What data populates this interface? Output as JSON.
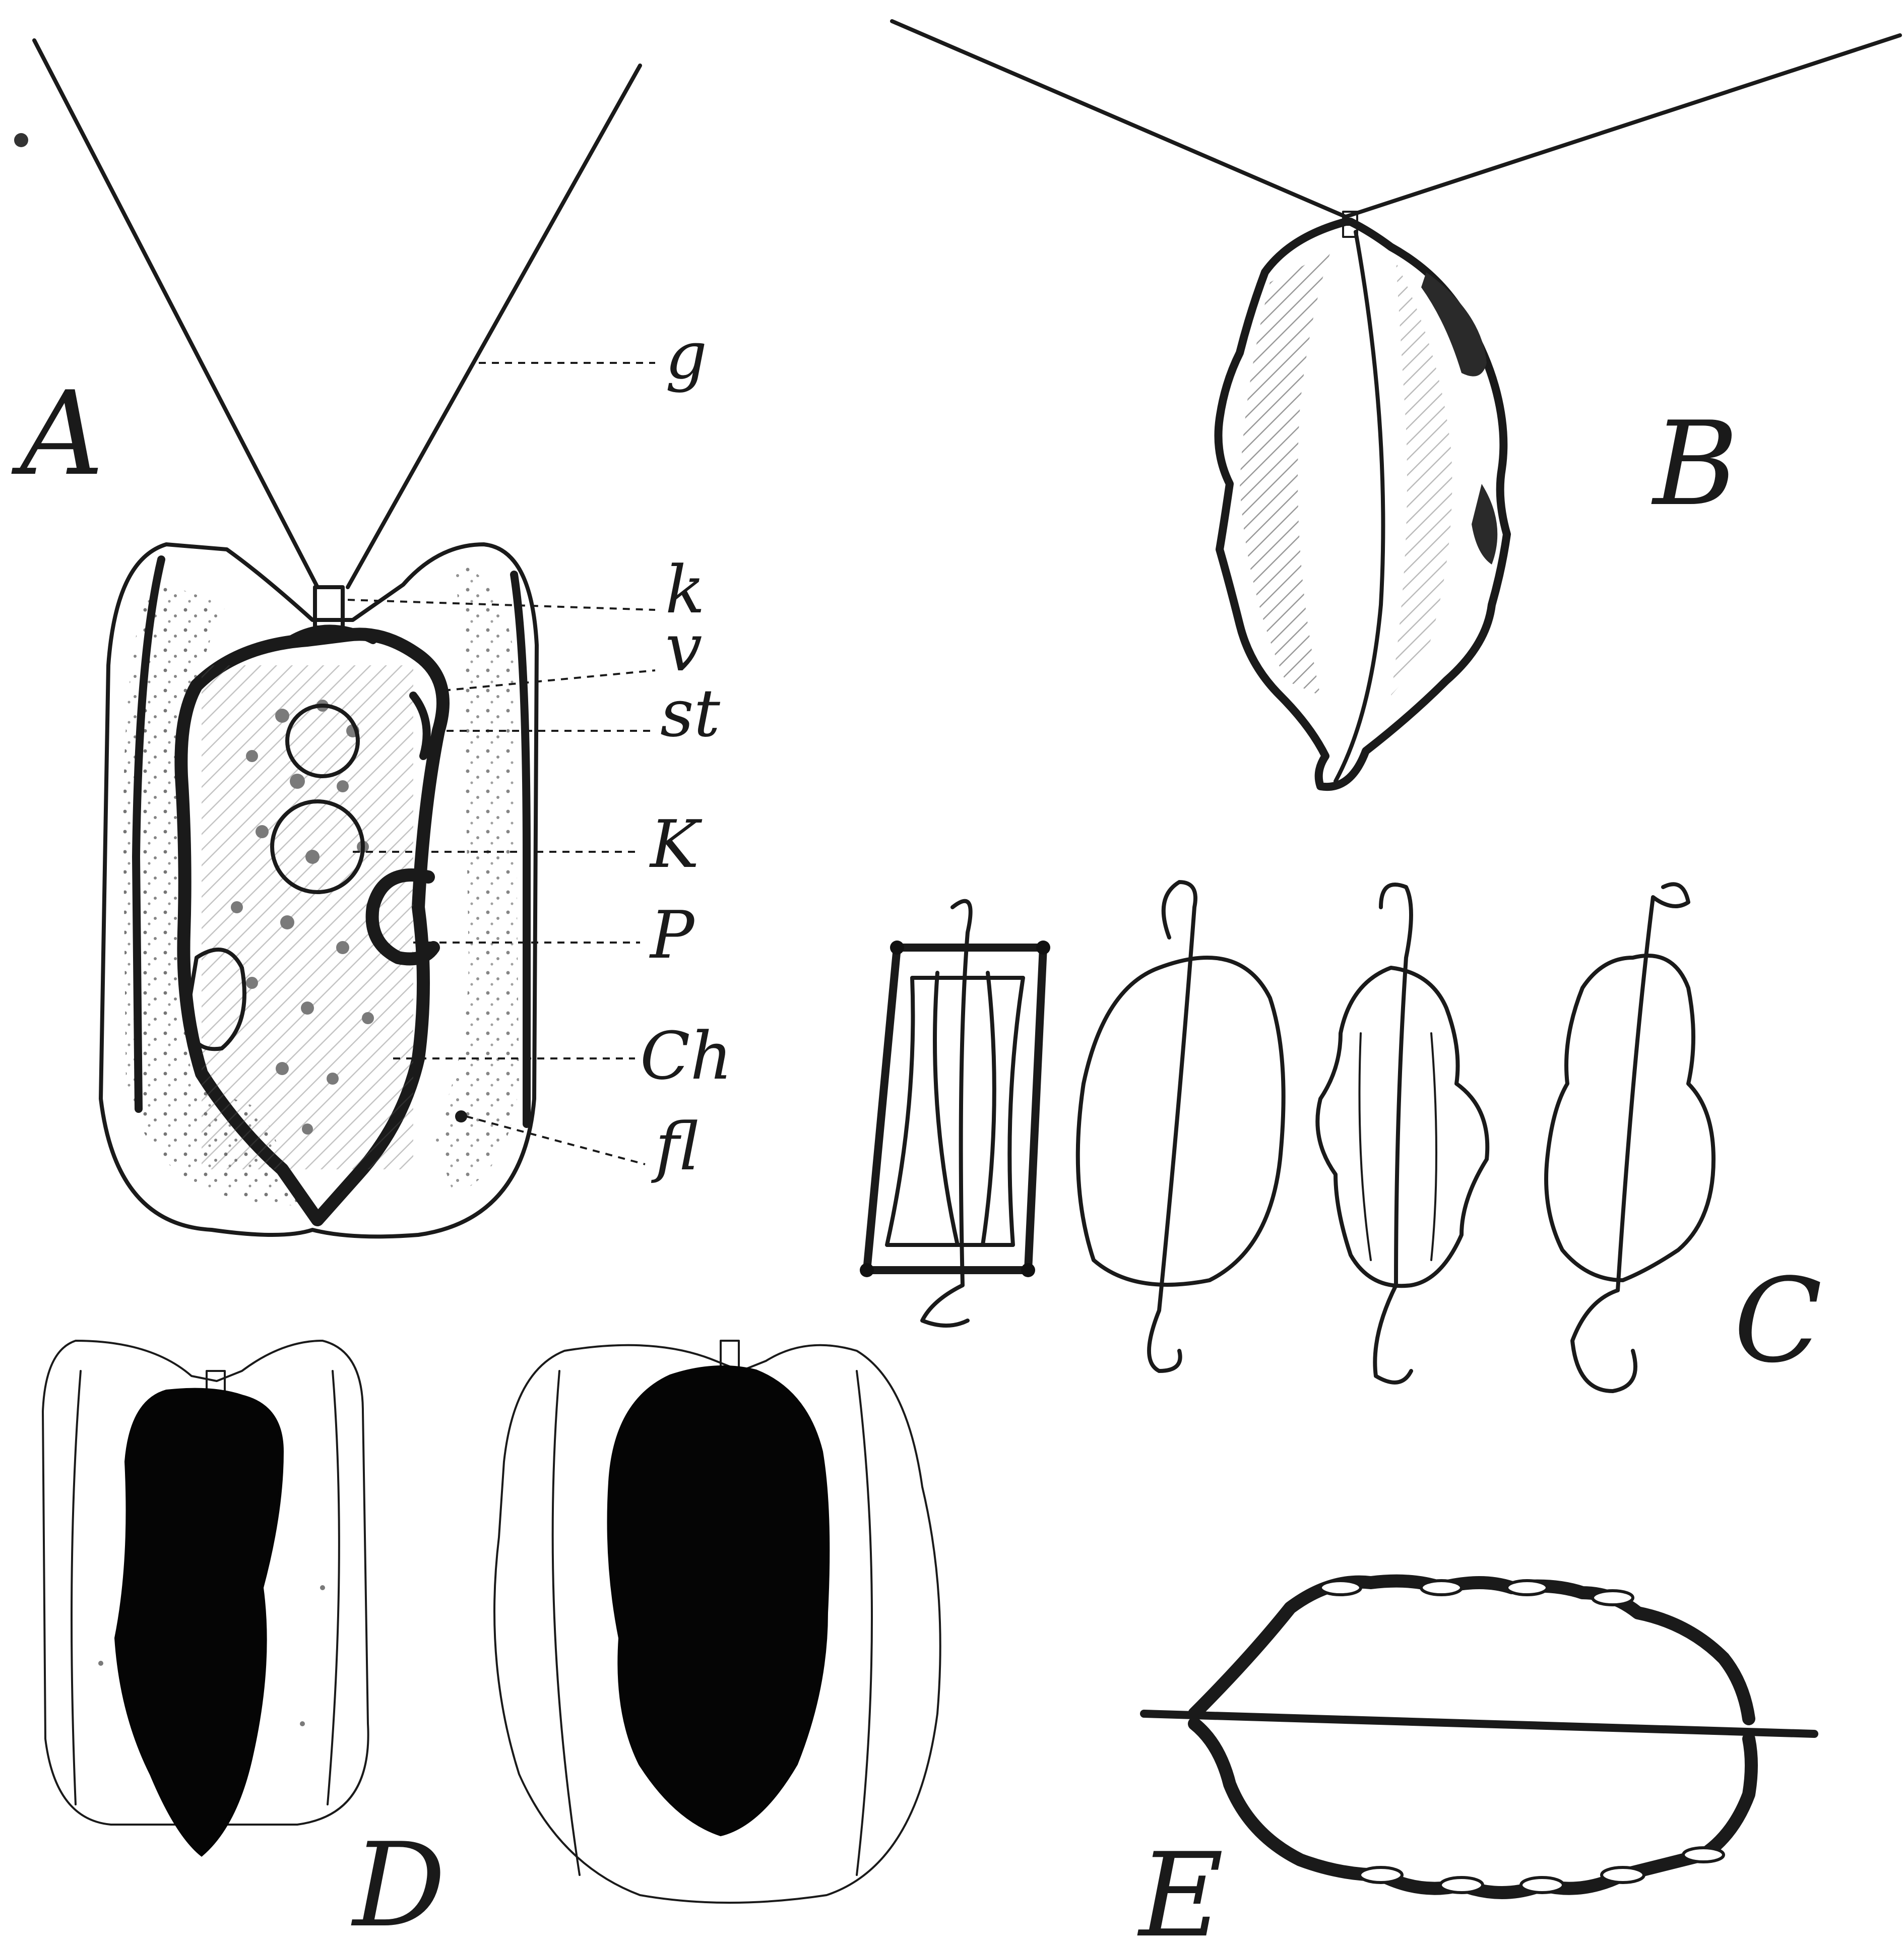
{
  "panels": {
    "A": "A",
    "B": "B",
    "C": "C",
    "D": "D",
    "E": "E"
  },
  "labels_A": {
    "g": "g",
    "k": "k",
    "v": "v",
    "st": "st",
    "K": "K",
    "P": "P",
    "Ch": "Ch",
    "fl": "fl"
  }
}
